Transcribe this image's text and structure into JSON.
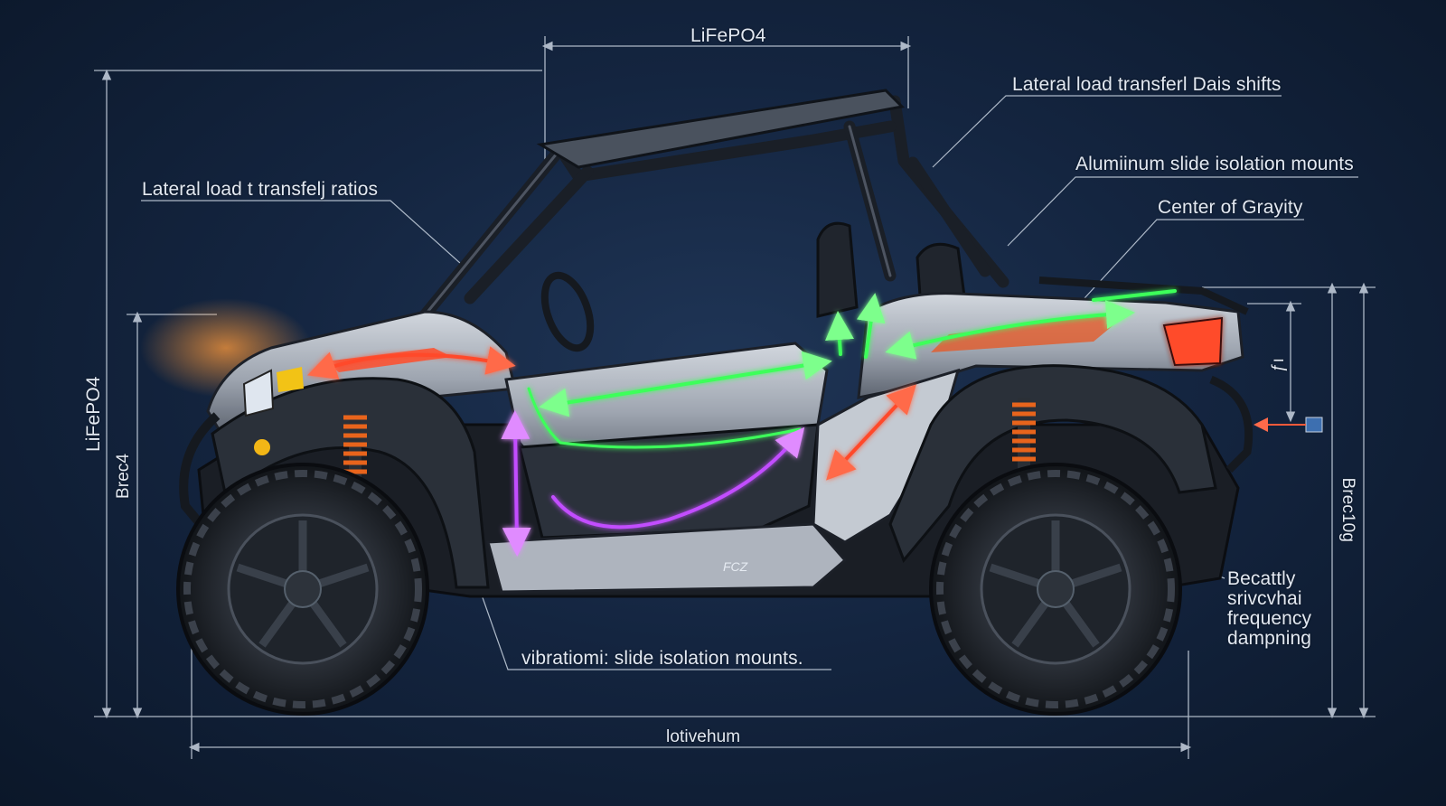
{
  "labels": {
    "top_dimension": "LiFePO4",
    "lateral_load_right": "Lateral load transferl Dais shifts",
    "lateral_load_left": "Lateral load t transfelj ratios",
    "aluminum_mounts": "Alumiinum slide isolation mounts",
    "center_of_gravity": "Center of Grayity",
    "vertical_left_outer": "LiFePO4",
    "vertical_left_inner": "Brec4",
    "vertical_right_inner": "ƒı",
    "vertical_right_outer": "Brec10g",
    "damping_lines": [
      "Becattly",
      "srivcvhai",
      "frequency",
      "dampning"
    ],
    "vibration_mounts": "vibratiomi: slide isolation mounts.",
    "bottom_dimension": "lotivehum",
    "door_badge": "FCZ"
  },
  "colors": {
    "background": "#142540",
    "annotation_line": "#c9d3e0",
    "arrow_red": "#ff4a2a",
    "arrow_green": "#3dff5a",
    "arrow_purple": "#c24dff",
    "body_panel": "#b9bfc8",
    "shock_spring": "#e8641c"
  }
}
